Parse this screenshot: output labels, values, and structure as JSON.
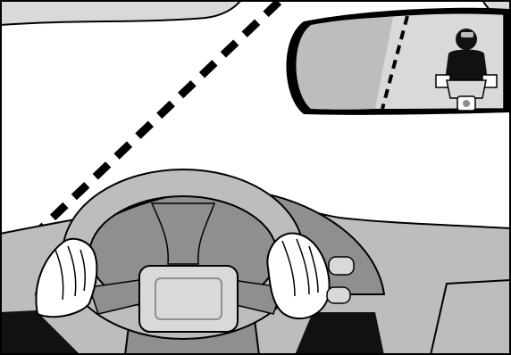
{
  "scene": {
    "palette": {
      "background": "#ffffff",
      "outline": "#000000",
      "light_gray": "#d9d9d9",
      "mid_gray": "#bdbdbd",
      "dark_gray": "#8f8f8f",
      "black": "#111111"
    },
    "icons": [
      "windshield-frame",
      "road-edge-dashed-line",
      "rear-view-mirror",
      "motorcyclist-in-mirror",
      "steering-wheel",
      "left-hand",
      "right-hand",
      "dashboard",
      "dashboard-vent"
    ]
  }
}
